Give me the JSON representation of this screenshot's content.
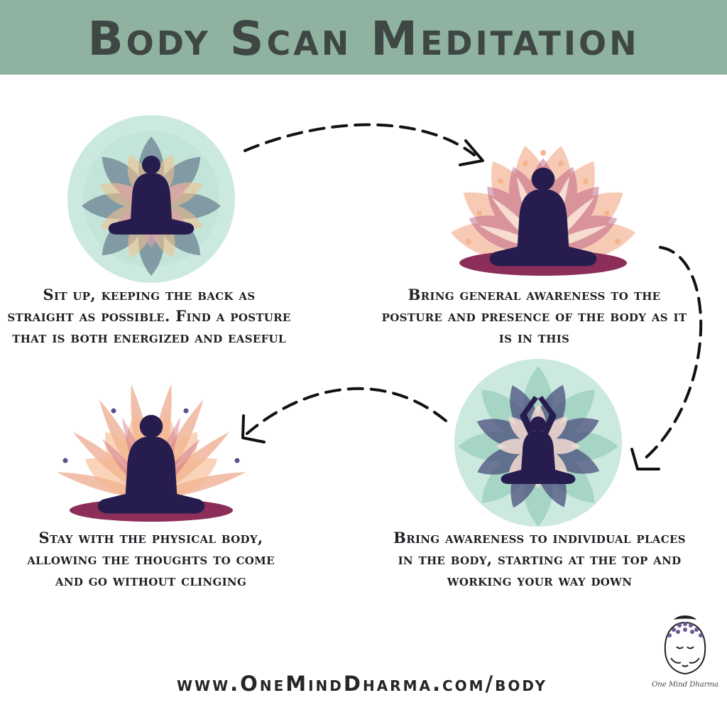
{
  "title": "Body Scan Meditation",
  "steps": [
    {
      "text": "Sit up, keeping the back as straight as possible. Find a posture that is both energized and easeful"
    },
    {
      "text": "Bring general awareness to the posture and presence of the body as it is in this"
    },
    {
      "text": "Bring awareness to individual places in the body, starting at the top and working your way down"
    },
    {
      "text": "Stay with the physical body, allowing the thoughts to come and go without clinging"
    }
  ],
  "footer": {
    "url": "www.OneMindDharma.com/body"
  },
  "logo": {
    "text": "One Mind Dharma"
  },
  "colors": {
    "header": "#8fb3a0",
    "title_text": "#3f4744",
    "figure": "#261c4d",
    "mint": "#c4e6da",
    "coral": "#e98c66",
    "mauve": "#a8507a"
  }
}
